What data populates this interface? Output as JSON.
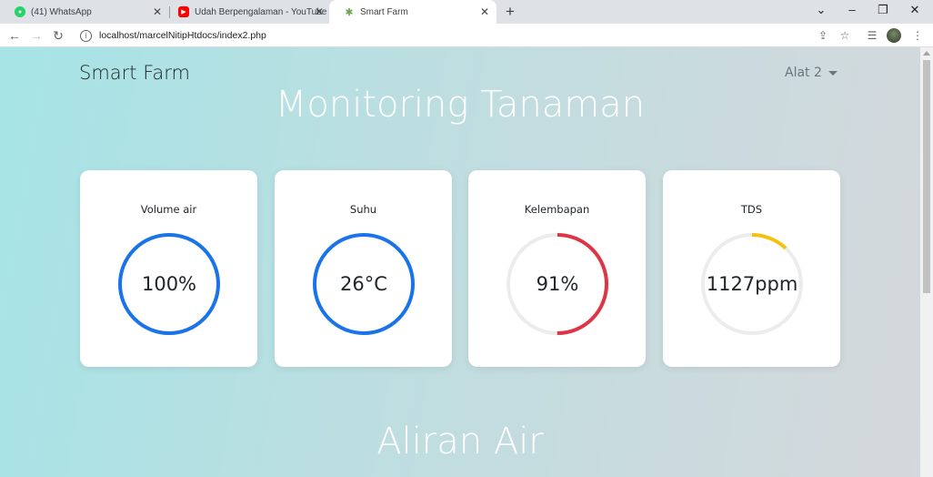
{
  "browser": {
    "tabs": [
      {
        "title": "(41) WhatsApp",
        "icon": "whatsapp-icon",
        "color": "#25d366"
      },
      {
        "title": "Udah Berpengalaman - YouTube",
        "icon": "youtube-icon",
        "color": "#ff0000"
      },
      {
        "title": "Smart Farm",
        "icon": "palm-tree-icon",
        "color": "#6aa84f"
      }
    ],
    "url": "localhost/marcelNitipHtdocs/index2.php"
  },
  "page": {
    "brand": "Smart Farm",
    "device_selector": "Alat 2",
    "heading": "Monitoring Tanaman",
    "section_heading": "Aliran Air"
  },
  "cards": [
    {
      "label": "Volume air",
      "value": "100%",
      "fraction": 1.0,
      "color": "#1a73e8"
    },
    {
      "label": "Suhu",
      "value": "26°C",
      "fraction": 1.0,
      "color": "#1a73e8"
    },
    {
      "label": "Kelembapan",
      "value": "91%",
      "fraction": 0.5,
      "color": "#dc3545"
    },
    {
      "label": "TDS",
      "value": "1127ppm",
      "fraction": 0.12,
      "color": "#f4c20d"
    }
  ]
}
